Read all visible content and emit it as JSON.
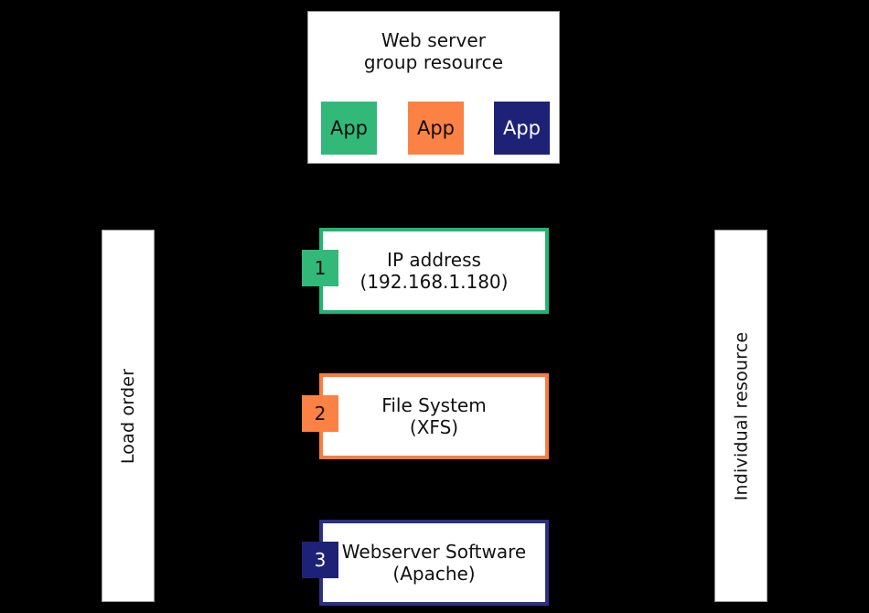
{
  "diagram": {
    "background_color": "#000000",
    "group_resource": {
      "title_line_1": "Web server",
      "title_line_2": "group resource",
      "apps": [
        {
          "label": "App",
          "color": "#32b97a",
          "text_color": "#0d0d0d"
        },
        {
          "label": "App",
          "color": "#fb8145",
          "text_color": "#0d0d0d"
        },
        {
          "label": "App",
          "color": "#1e2277",
          "text_color": "#ffffff"
        }
      ]
    },
    "axis_labels": {
      "left": "Load order",
      "right": "Individual resource"
    },
    "resources": [
      {
        "order": "1",
        "name": "IP address",
        "detail": "(192.168.1.180)",
        "color": "#21b573",
        "badge_color": "#32b97a",
        "badge_text_color": "#111111"
      },
      {
        "order": "2",
        "name": "File System",
        "detail": "(XFS)",
        "color": "#fb7b3c",
        "badge_color": "#fb8145",
        "badge_text_color": "#111111"
      },
      {
        "order": "3",
        "name": "Webserver Software",
        "detail": "(Apache)",
        "color": "#2b2f85",
        "badge_color": "#1e2277",
        "badge_text_color": "#ffffff"
      }
    ]
  }
}
